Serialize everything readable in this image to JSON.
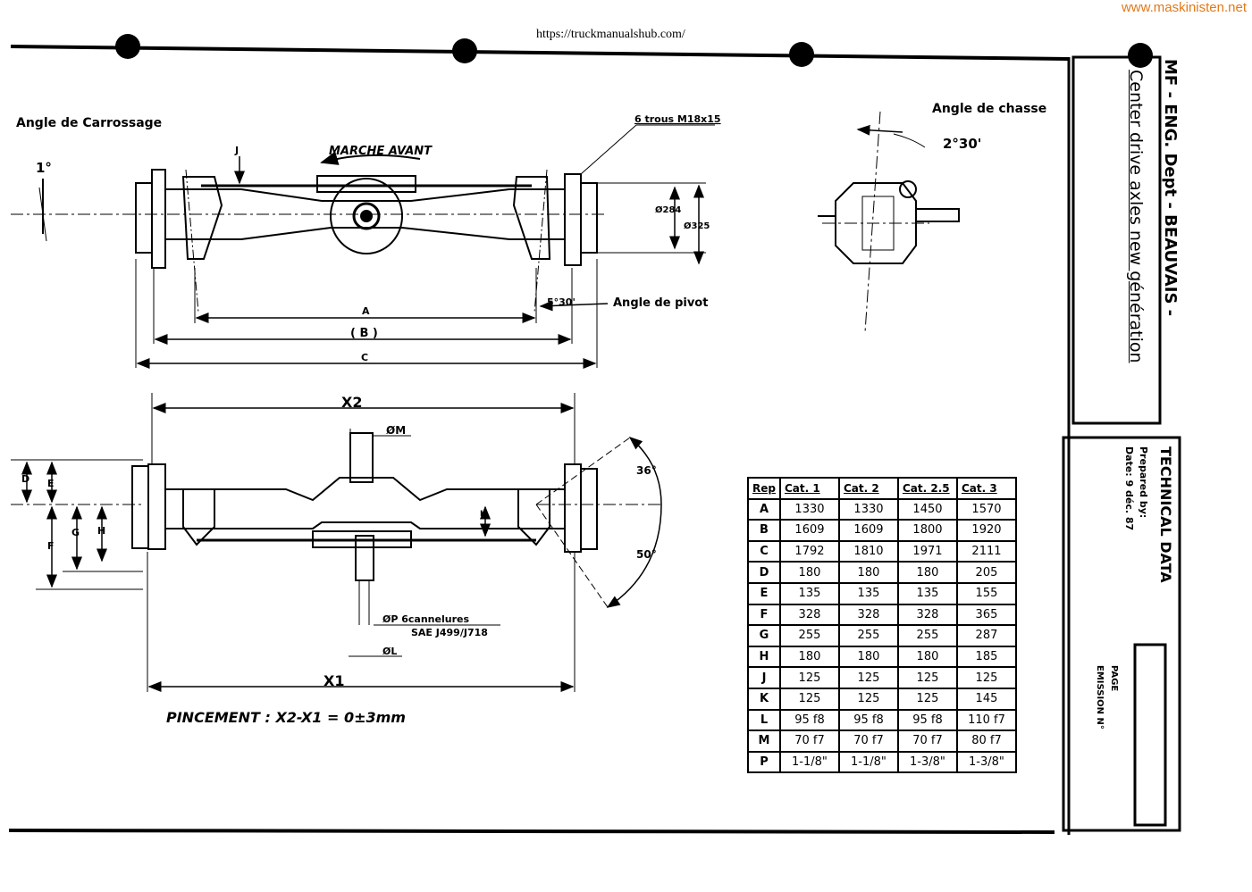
{
  "watermark": "www.maskinisten.net",
  "source_url": "https://truckmanualshub.com/",
  "title_block": {
    "line1": "MF - ENG. Dept - BEAUVAIS -",
    "line2": "Center drive axles new génération"
  },
  "tech_block": {
    "title": "TECHNICAL DATA",
    "prepared": "Prepared by:",
    "date": "Date: 9 déc. 87",
    "page": "PAGE",
    "emission": "EMISSION N°"
  },
  "labels": {
    "angle_carrossage": "Angle de Carrossage",
    "angle_carrossage_value": "1°",
    "marche_avant": "MARCHE AVANT",
    "holes": "6 trous M18x15",
    "d284": "Ø284",
    "d325": "Ø325",
    "angle_pivot": "Angle de pivot",
    "pivot_value": "5°30'",
    "dim_a": "A",
    "dim_b": "( B )",
    "dim_c": "C",
    "dim_j": "J",
    "angle_chasse": "Angle de chasse",
    "chasse_value": "2°30'",
    "x2": "X2",
    "x1": "X1",
    "om": "ØM",
    "op": "ØP 6cannelures",
    "sae": "SAE J499/J718",
    "ol": "ØL",
    "dim_d": "D",
    "dim_e": "E",
    "dim_f": "F",
    "dim_g": "G",
    "dim_h": "H",
    "dim_k": "K",
    "angle_36": "36°",
    "angle_50": "50°",
    "pincement": "PINCEMENT : X2-X1 = 0±3mm"
  },
  "table": {
    "headers": [
      "Rep",
      "Cat. 1",
      "Cat. 2",
      "Cat. 2.5",
      "Cat. 3"
    ],
    "rows": [
      [
        "A",
        "1330",
        "1330",
        "1450",
        "1570"
      ],
      [
        "B",
        "1609",
        "1609",
        "1800",
        "1920"
      ],
      [
        "C",
        "1792",
        "1810",
        "1971",
        "2111"
      ],
      [
        "D",
        "180",
        "180",
        "180",
        "205"
      ],
      [
        "E",
        "135",
        "135",
        "135",
        "155"
      ],
      [
        "F",
        "328",
        "328",
        "328",
        "365"
      ],
      [
        "G",
        "255",
        "255",
        "255",
        "287"
      ],
      [
        "H",
        "180",
        "180",
        "180",
        "185"
      ],
      [
        "J",
        "125",
        "125",
        "125",
        "125"
      ],
      [
        "K",
        "125",
        "125",
        "125",
        "145"
      ],
      [
        "L",
        "95 f8",
        "95 f8",
        "95 f8",
        "110 f7"
      ],
      [
        "M",
        "70 f7",
        "70 f7",
        "70 f7",
        "80 f7"
      ],
      [
        "P",
        "1-1/8\"",
        "1-1/8\"",
        "1-3/8\"",
        "1-3/8\""
      ]
    ]
  }
}
